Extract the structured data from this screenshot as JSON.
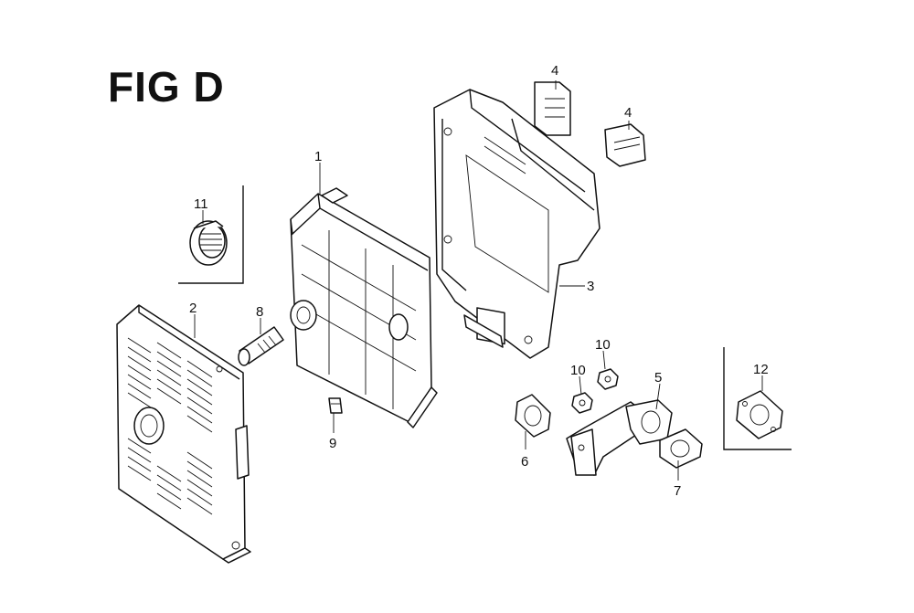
{
  "figure": {
    "title": "FIG D"
  },
  "callouts": [
    {
      "id": "c1",
      "text": "1"
    },
    {
      "id": "c2",
      "text": "2"
    },
    {
      "id": "c3",
      "text": "3"
    },
    {
      "id": "c4a",
      "text": "4"
    },
    {
      "id": "c4b",
      "text": "4"
    },
    {
      "id": "c5",
      "text": "5"
    },
    {
      "id": "c6",
      "text": "6"
    },
    {
      "id": "c7",
      "text": "7"
    },
    {
      "id": "c8",
      "text": "8"
    },
    {
      "id": "c9",
      "text": "9"
    },
    {
      "id": "c10a",
      "text": "10"
    },
    {
      "id": "c10b",
      "text": "10"
    },
    {
      "id": "c11",
      "text": "11"
    },
    {
      "id": "c12",
      "text": "12"
    }
  ]
}
